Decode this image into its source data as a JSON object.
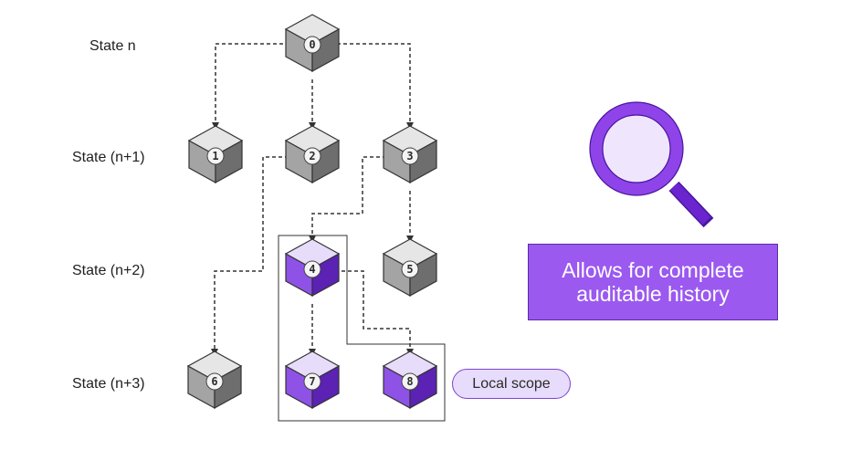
{
  "states": {
    "n": "State n",
    "n1": "State (n+1)",
    "n2": "State (n+2)",
    "n3": "State (n+3)"
  },
  "nodes": [
    {
      "id": "0",
      "color": "gray"
    },
    {
      "id": "1",
      "color": "gray"
    },
    {
      "id": "2",
      "color": "gray"
    },
    {
      "id": "3",
      "color": "gray"
    },
    {
      "id": "4",
      "color": "purple"
    },
    {
      "id": "5",
      "color": "gray"
    },
    {
      "id": "6",
      "color": "gray"
    },
    {
      "id": "7",
      "color": "purple"
    },
    {
      "id": "8",
      "color": "purple"
    }
  ],
  "callout": {
    "text": "Allows for complete auditable history"
  },
  "scope_label": "Local scope",
  "colors": {
    "gray_top": "#e6e6e6",
    "gray_left": "#a4a4a4",
    "gray_right": "#6e6e6e",
    "purple_top": "#e8dcfb",
    "purple_left": "#8f52e6",
    "purple_right": "#5b22b3",
    "callout_bg": "#9b59f0",
    "magnifier": "#8e44e8",
    "magnifier_handle": "#6a25cf",
    "pill_bg": "#e7dcfb"
  },
  "icons": {
    "magnifier": "magnifier-icon"
  }
}
